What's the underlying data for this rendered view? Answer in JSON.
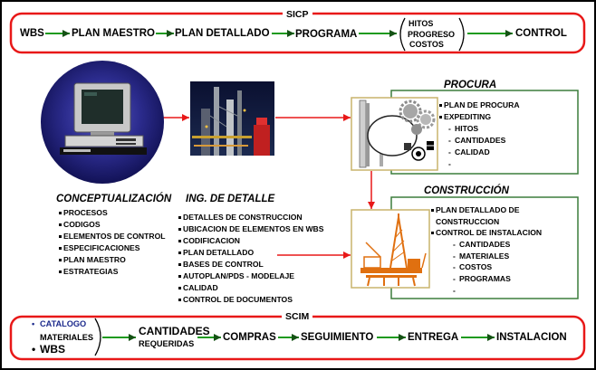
{
  "sicp": {
    "label": "SICP",
    "steps": [
      "WBS",
      "PLAN MAESTRO",
      "PLAN DETALLADO",
      "PROGRAMA"
    ],
    "group": [
      "HITOS",
      "PROGRESO",
      "COSTOS"
    ],
    "end": "CONTROL"
  },
  "conceptualizacion": {
    "title": "CONCEPTUALIZACIÓN",
    "items": [
      "PROCESOS",
      "CODIGOS",
      "ELEMENTOS DE CONTROL",
      "ESPECIFICACIONES",
      "PLAN MAESTRO",
      "ESTRATEGIAS"
    ]
  },
  "ing_detalle": {
    "title": "ING. DE DETALLE",
    "items": [
      "DETALLES DE CONSTRUCCION",
      "UBICACION DE ELEMENTOS EN WBS",
      "CODIFICACION",
      "PLAN DETALLADO",
      "BASES DE CONTROL",
      "AUTOPLAN/PDS - MODELAJE",
      "CALIDAD",
      "CONTROL DE DOCUMENTOS"
    ]
  },
  "procura": {
    "title": "PROCURA",
    "items": [
      "PLAN DE PROCURA",
      "EXPEDITING"
    ],
    "subitems": [
      "HITOS",
      "CANTIDADES",
      "CALIDAD",
      ""
    ]
  },
  "construccion": {
    "title": "CONSTRUCCIÓN",
    "items": [
      "PLAN DETALLADO DE CONSTRUCCION",
      "CONTROL DE INSTALACION"
    ],
    "subitems": [
      "CANTIDADES",
      "MATERIALES",
      "COSTOS",
      "PROGRAMAS",
      ""
    ]
  },
  "scim": {
    "label": "SCIM",
    "inputs": [
      "CATALOGO",
      "MATERIALES",
      "WBS"
    ],
    "quantities": {
      "main": "CANTIDADES",
      "sub": "REQUERIDAS"
    },
    "steps": [
      "COMPRAS",
      "SEGUIMIENTO",
      "ENTREGA",
      "INSTALACION"
    ]
  },
  "colors": {
    "frame_red": "#e81818",
    "flow_green": "#1f9a1f",
    "arrowhead_green": "#145214",
    "panel_green": "#3b7d3b",
    "catalog_blue": "#1c2a8c",
    "image_border": "#c8b46c"
  },
  "icons": {
    "computer": "computer-illustration",
    "plant": "plant-photo",
    "procurement": "procurement-illustration",
    "rig": "oil-rig-illustration"
  }
}
